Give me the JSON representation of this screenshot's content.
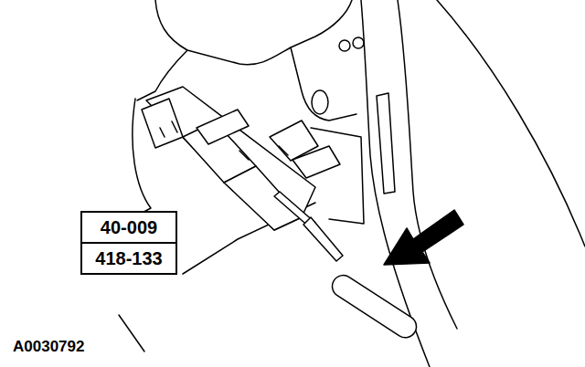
{
  "diagram": {
    "nodes": [
      {
        "text": [
          "40-009"
        ]
      },
      {
        "text": [
          "418-133"
        ]
      }
    ],
    "edges": [],
    "labels": [
      "A0030792"
    ]
  }
}
